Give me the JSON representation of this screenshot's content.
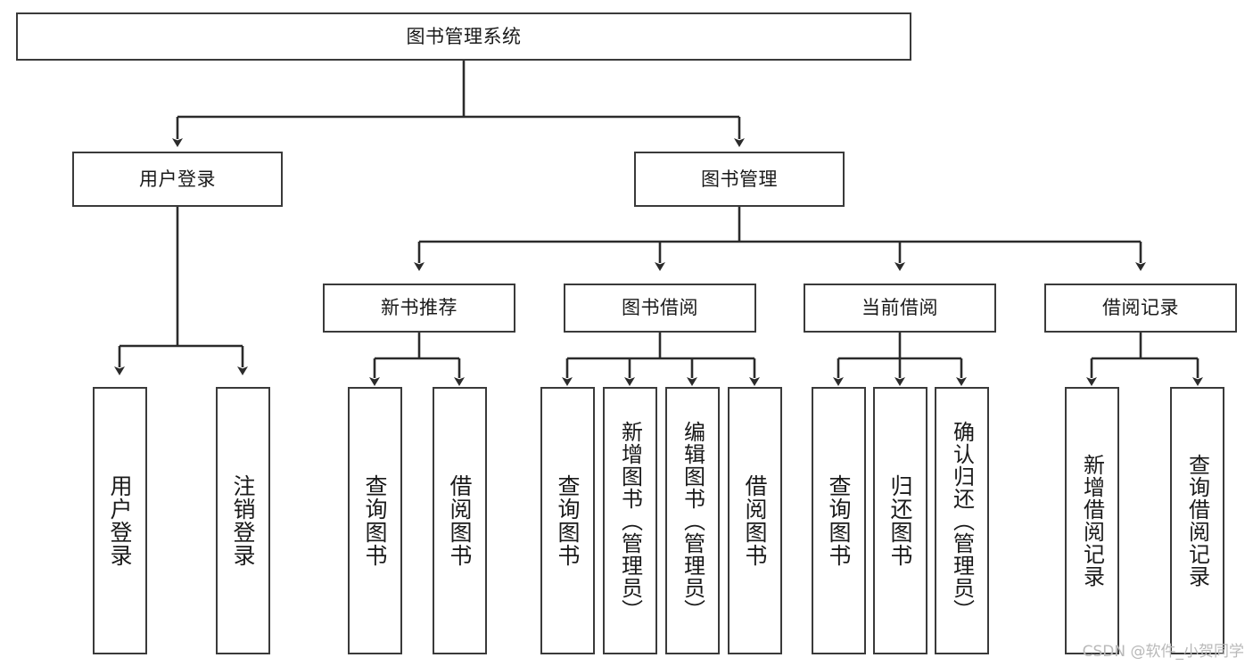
{
  "diagram": {
    "title": "图书管理系统",
    "type": "tree-hierarchy-diagram",
    "root": {
      "id": "root",
      "label": "图书管理系统"
    },
    "level2": [
      {
        "id": "user-login",
        "label": "用户登录"
      },
      {
        "id": "book-manage",
        "label": "图书管理"
      }
    ],
    "level3": [
      {
        "id": "new-book-recommend",
        "label": "新书推荐",
        "parent": "book-manage"
      },
      {
        "id": "book-borrow",
        "label": "图书借阅",
        "parent": "book-manage"
      },
      {
        "id": "current-borrow",
        "label": "当前借阅",
        "parent": "book-manage"
      },
      {
        "id": "borrow-record",
        "label": "借阅记录",
        "parent": "book-manage"
      }
    ],
    "leaves": [
      {
        "id": "leaf-user-login",
        "label": "用户登录",
        "parent": "user-login"
      },
      {
        "id": "leaf-logout-login",
        "label": "注销登录",
        "parent": "user-login"
      },
      {
        "id": "leaf-query-book-1",
        "label": "查询图书",
        "parent": "new-book-recommend"
      },
      {
        "id": "leaf-borrow-book-1",
        "label": "借阅图书",
        "parent": "new-book-recommend"
      },
      {
        "id": "leaf-query-book-2",
        "label": "查询图书",
        "parent": "book-borrow"
      },
      {
        "id": "leaf-add-book",
        "label": "新增图书（管理员）",
        "parent": "book-borrow"
      },
      {
        "id": "leaf-edit-book",
        "label": "编辑图书（管理员）",
        "parent": "book-borrow"
      },
      {
        "id": "leaf-borrow-book-2",
        "label": "借阅图书",
        "parent": "book-borrow"
      },
      {
        "id": "leaf-query-book-3",
        "label": "查询图书",
        "parent": "current-borrow"
      },
      {
        "id": "leaf-return-book",
        "label": "归还图书",
        "parent": "current-borrow"
      },
      {
        "id": "leaf-confirm-return",
        "label": "确认归还（管理员）",
        "parent": "current-borrow"
      },
      {
        "id": "leaf-add-record",
        "label": "新增借阅记录",
        "parent": "borrow-record"
      },
      {
        "id": "leaf-query-record",
        "label": "查询借阅记录",
        "parent": "borrow-record"
      }
    ],
    "colors": {
      "box_stroke": "#3a3a3a",
      "box_fill": "#ffffff",
      "edge": "#2b2b2b",
      "text": "#1a1a1a",
      "watermark": "#b9b9b9"
    }
  },
  "watermark": {
    "text": "CSDN @软件_小贺同学"
  }
}
